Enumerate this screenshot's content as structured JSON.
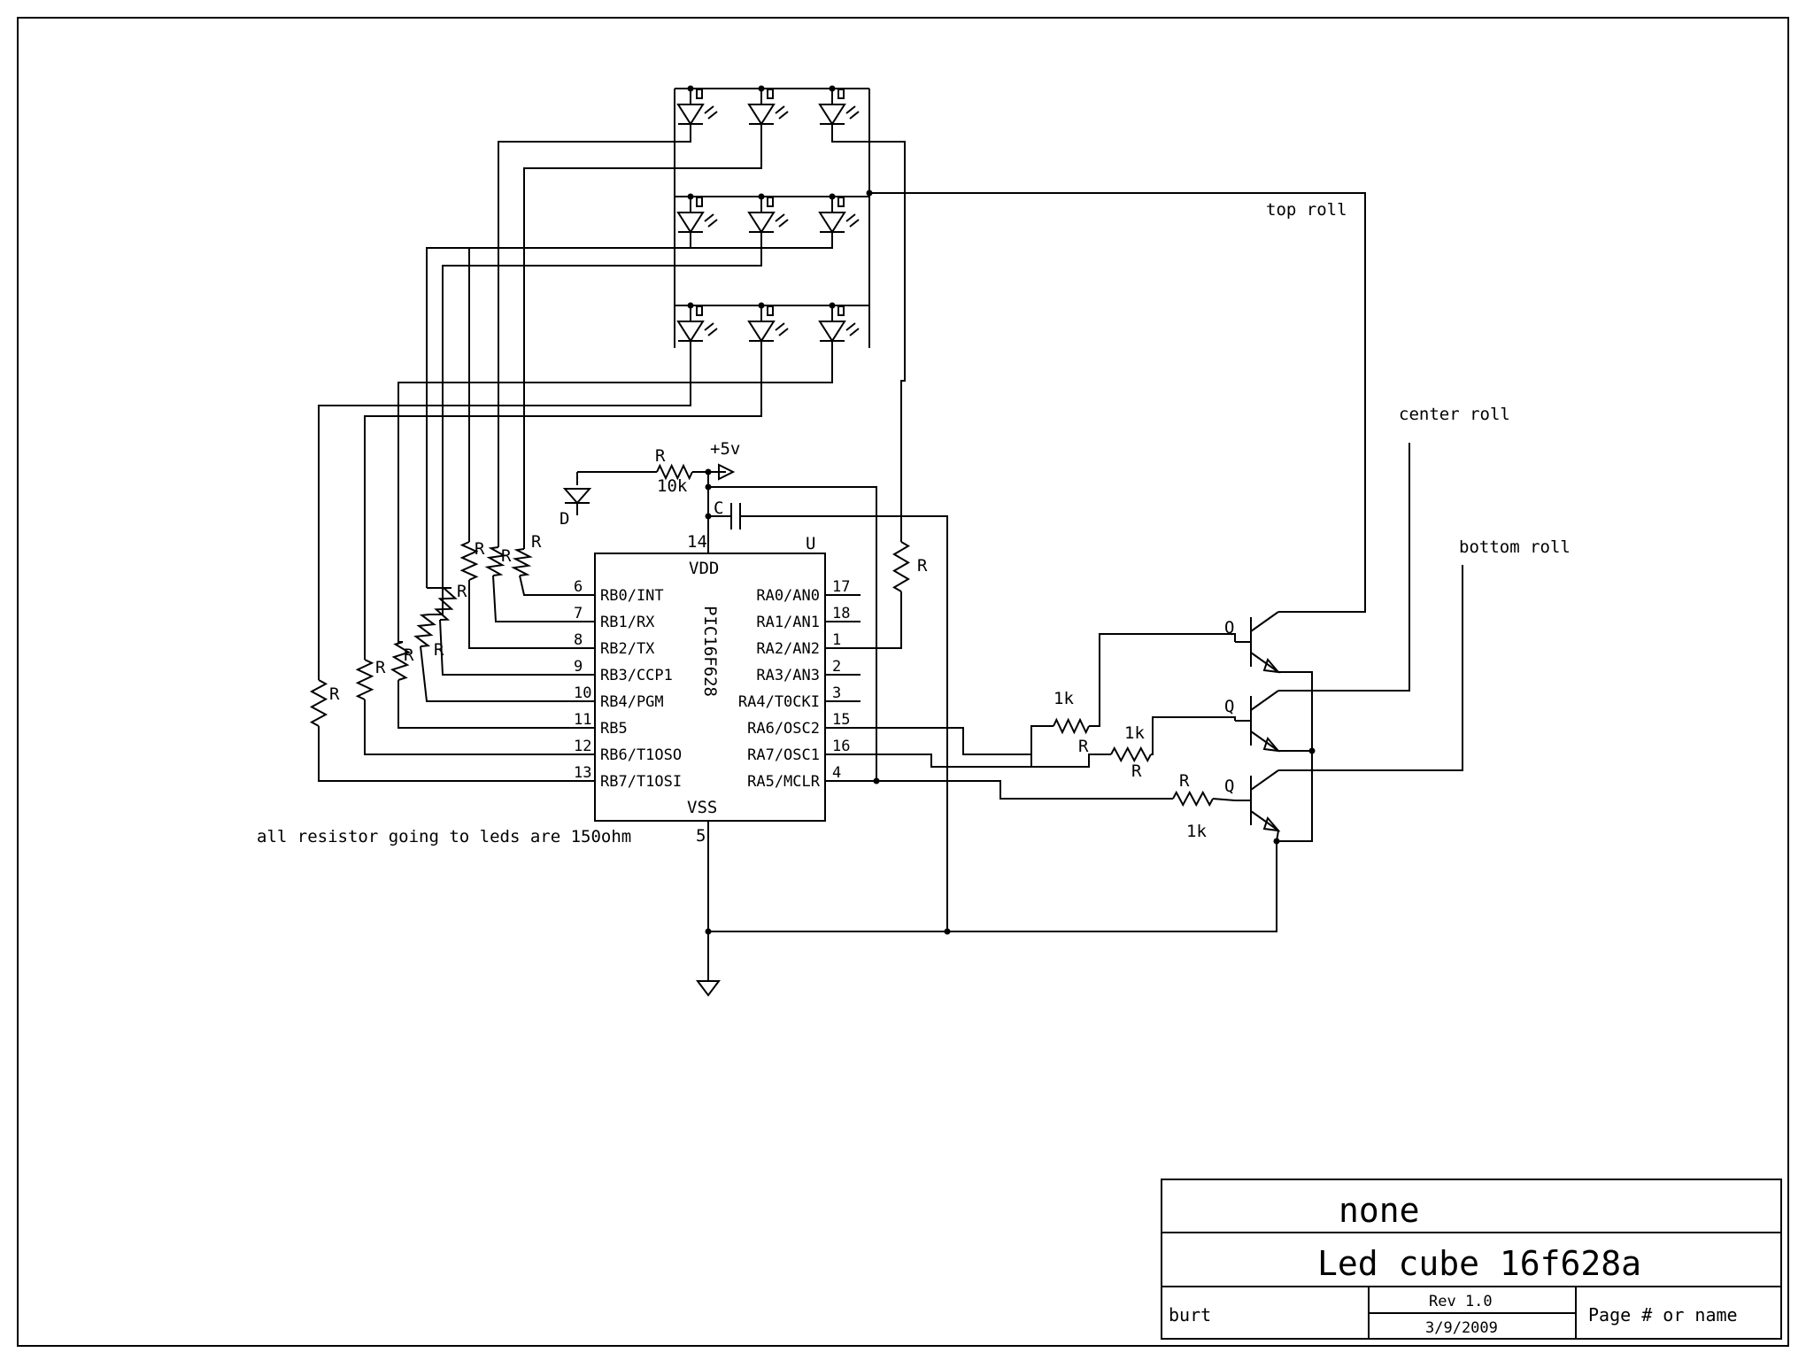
{
  "labels": {
    "top_roll": "top roll",
    "center_roll": "center roll",
    "bottom_roll": "bottom roll",
    "note": "all resistor going to leds are 150ohm",
    "supply": "+5v",
    "r": "R",
    "r10k": "10k",
    "d": "D",
    "c": "C",
    "q": "Q",
    "u": "U",
    "k1": "1k"
  },
  "chip": {
    "name": "PIC16F628",
    "vdd": "VDD",
    "vss": "VSS",
    "vdd_pin": "14",
    "vss_pin": "5",
    "left_pins": [
      {
        "num": "6",
        "name": "RB0/INT"
      },
      {
        "num": "7",
        "name": "RB1/RX"
      },
      {
        "num": "8",
        "name": "RB2/TX"
      },
      {
        "num": "9",
        "name": "RB3/CCP1"
      },
      {
        "num": "10",
        "name": "RB4/PGM"
      },
      {
        "num": "11",
        "name": "RB5"
      },
      {
        "num": "12",
        "name": "RB6/T1OSO"
      },
      {
        "num": "13",
        "name": "RB7/T1OSI"
      }
    ],
    "right_pins": [
      {
        "num": "17",
        "name": "RA0/AN0"
      },
      {
        "num": "18",
        "name": "RA1/AN1"
      },
      {
        "num": "1",
        "name": "RA2/AN2"
      },
      {
        "num": "2",
        "name": "RA3/AN3"
      },
      {
        "num": "3",
        "name": "RA4/T0CKI"
      },
      {
        "num": "15",
        "name": "RA6/OSC2"
      },
      {
        "num": "16",
        "name": "RA7/OSC1"
      },
      {
        "num": "4",
        "name": "RA5/MCLR"
      }
    ]
  },
  "title_block": {
    "company": "none",
    "title": "Led cube 16f628a",
    "author": "burt",
    "rev": "Rev 1.0",
    "date": "3/9/2009",
    "page": "Page # or name"
  }
}
